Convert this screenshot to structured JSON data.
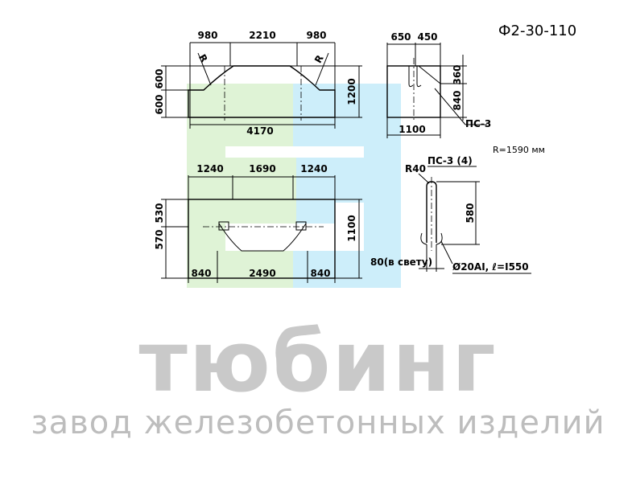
{
  "title": "Ф2-30-110",
  "radius_note": "R=1590 мм",
  "watermark": {
    "brand": "тюбинг",
    "tagline": "завод железобетонных изделий"
  },
  "front_view": {
    "top_dims": [
      "980",
      "2210",
      "980"
    ],
    "left_dims": [
      "600",
      "600"
    ],
    "right_dim": "1200",
    "bottom_dim": "4170",
    "radius_label": "R"
  },
  "side_view": {
    "top_dims": [
      "650",
      "450"
    ],
    "right_dims": [
      "360",
      "840"
    ],
    "bottom_dim": "1100",
    "loop_label": "ПС-3"
  },
  "plan_view": {
    "top_dims": [
      "1240",
      "1690",
      "1240"
    ],
    "left_dims": [
      "530",
      "570"
    ],
    "right_dim": "1100",
    "bottom_dims": [
      "840",
      "2490",
      "840"
    ]
  },
  "loop_detail": {
    "radius": "R40",
    "title": "ПС-3 (4)",
    "height": "580",
    "clear_width": "80(в свету)",
    "spec": "Ø20AI, ℓ=I550"
  },
  "colors": {
    "watermark_green": "#dff3d6",
    "watermark_blue": "#cdeefa",
    "watermark_text": "#c9c9c9"
  }
}
